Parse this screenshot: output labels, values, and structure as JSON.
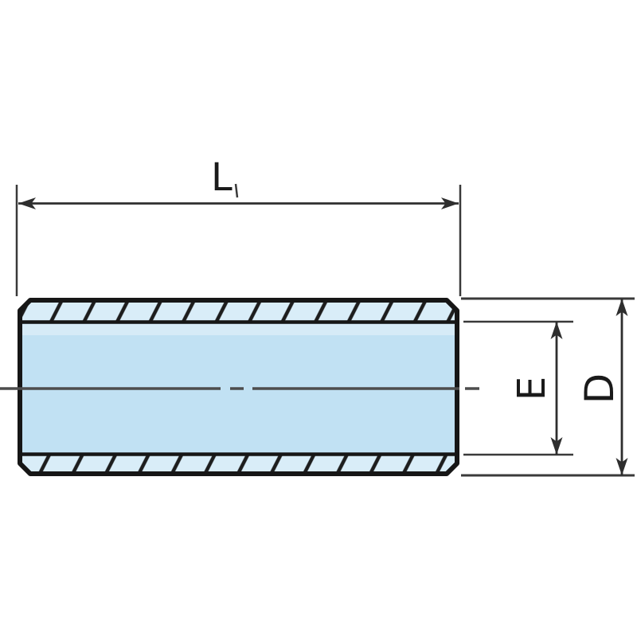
{
  "drawing": {
    "labels": {
      "length": "L",
      "bore_diameter": "E",
      "outer_diameter": "D"
    },
    "colors": {
      "background": "#ffffff",
      "wall_fill": "#d9edf8",
      "bore_fill": "#c1e1f3",
      "bore_highlight": "#d6ebf7",
      "outline": "#161616",
      "hatch_line": "#1d1d1d",
      "dimension_line": "#2e2e2e",
      "extension_line": "#3a3a3a",
      "centerline": "#4d4d4d",
      "label_text": "#1a1a1a"
    }
  }
}
